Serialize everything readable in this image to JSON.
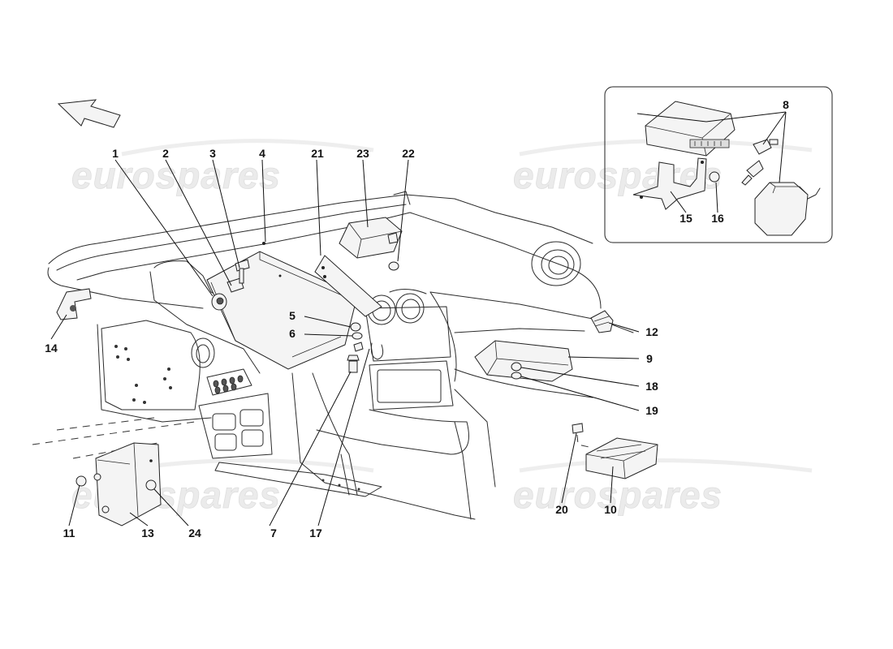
{
  "watermark": {
    "text": "eurospares"
  },
  "callouts": {
    "c1": "1",
    "c2": "2",
    "c3": "3",
    "c4": "4",
    "c5": "5",
    "c6": "6",
    "c7": "7",
    "c8": "8",
    "c9": "9",
    "c10": "10",
    "c11": "11",
    "c12": "12",
    "c13": "13",
    "c14": "14",
    "c15": "15",
    "c16": "16",
    "c17": "17",
    "c18": "18",
    "c19": "19",
    "c20": "20",
    "c21": "21",
    "c22": "22",
    "c23": "23",
    "c24": "24"
  },
  "icons": {
    "direction": "direction-arrow-icon"
  },
  "colors": {
    "line": "#2b2b2b",
    "watermark": "#ebebeb",
    "background": "#ffffff"
  }
}
